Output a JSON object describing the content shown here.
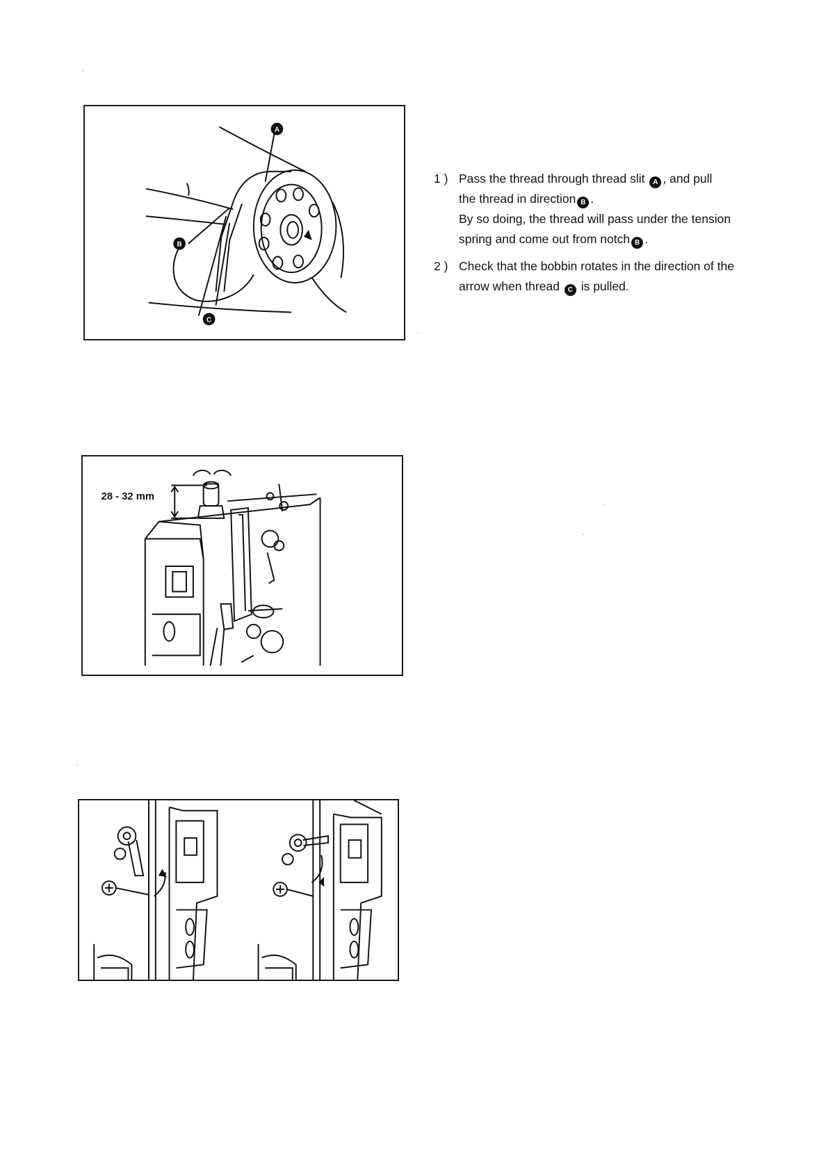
{
  "figures": {
    "fig1": {
      "label_a": "A",
      "label_b": "B",
      "label_c": "C"
    },
    "fig2": {
      "dimension_label": "28 - 32 mm"
    }
  },
  "instructions": [
    {
      "number": "1 )",
      "line1_pre": "Pass  the thread  through  thread slit",
      "line1_mark": "A",
      "line1_post": ",  and pull",
      "line2_pre": "the thread in direction",
      "line2_mark": "B",
      "line2_post": ".",
      "line3": "By so doing, the thread will pass under the tension",
      "line4_pre": "spring and come out from notch",
      "line4_mark": "B",
      "line4_post": "."
    },
    {
      "number": "2 )",
      "line1": "Check that the bobbin rotates in the direction of the",
      "line2_pre": "arrow when thread",
      "line2_mark": "C",
      "line2_post": "is pulled."
    }
  ]
}
